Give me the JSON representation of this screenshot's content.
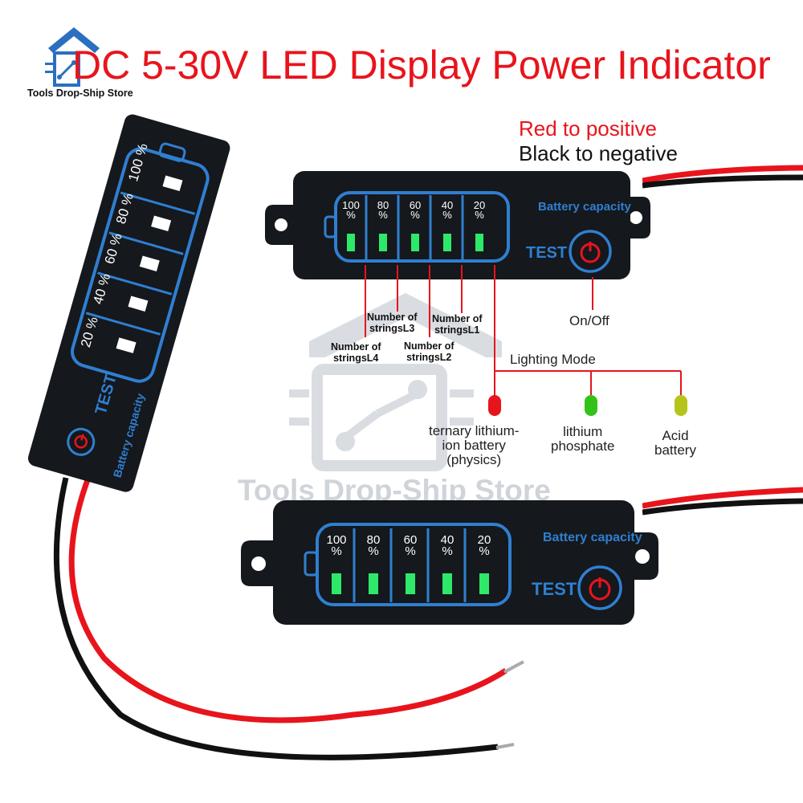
{
  "title": "DC 5-30V LED Display Power Indicator",
  "store": {
    "name": "Tools Drop-Ship Store",
    "watermark": "Tools Drop-Ship Store"
  },
  "wiring": {
    "red": "Red to positive",
    "black": "Black to negative"
  },
  "module": {
    "brand_label": "Battery capacity",
    "test_label": "TEST",
    "levels": [
      "100",
      "80",
      "60",
      "40",
      "20"
    ],
    "percent_sign": "%",
    "led_on_count": 5
  },
  "annotations": {
    "l3": [
      "Number of",
      "stringsL3"
    ],
    "l1": [
      "Number of",
      "stringsL1"
    ],
    "l4": [
      "Number of",
      "stringsL4"
    ],
    "l2": [
      "Number of",
      "stringsL2"
    ],
    "on_off": "On/Off"
  },
  "lighting": {
    "title": "Lighting Mode",
    "modes": [
      {
        "color": "#e8141c",
        "lines": [
          "ternary lithium-",
          "ion battery",
          "(physics)"
        ]
      },
      {
        "color": "#33c21a",
        "lines": [
          "lithium",
          "phosphate"
        ]
      },
      {
        "color": "#b5c41a",
        "lines": [
          "Acid",
          "battery"
        ]
      }
    ]
  },
  "colors": {
    "accent_red": "#e8141c",
    "blue": "#2f7fd1",
    "led_green": "#2ee86a",
    "body": "#15181c"
  }
}
